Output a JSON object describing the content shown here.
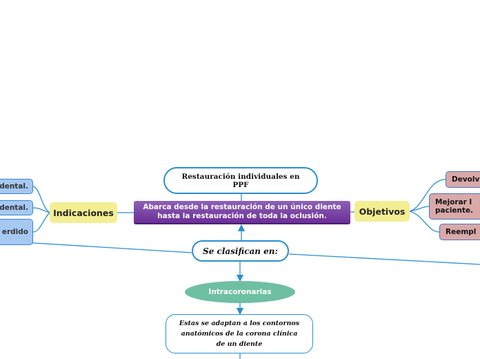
{
  "title": "Restauración individuales en PPF",
  "description": "Abarca desde la restauración de un único diente hasta la restauración de toda la oclusión.",
  "indicaciones": {
    "label": "Indicaciones",
    "items": [
      "dental.",
      "dental.",
      "erdido"
    ]
  },
  "objetivos": {
    "label": "Objetivos",
    "items": [
      "Devolve",
      "Mejorar l paciente.",
      "Reempl"
    ]
  },
  "clasifican": "Se clasifican en:",
  "intracoronarias": "Intracoronarias",
  "adaptan": "Estas se adaptan a los contornos anatómicos de la corona clínica de un diente",
  "colors": {
    "line": "#2b8fd0",
    "purple": "#7b45a8",
    "yellow": "#f3ee92",
    "blue_box": "#a6c9f3",
    "pink_box": "#d9a9a9",
    "green_oval": "#6fbfa3"
  }
}
